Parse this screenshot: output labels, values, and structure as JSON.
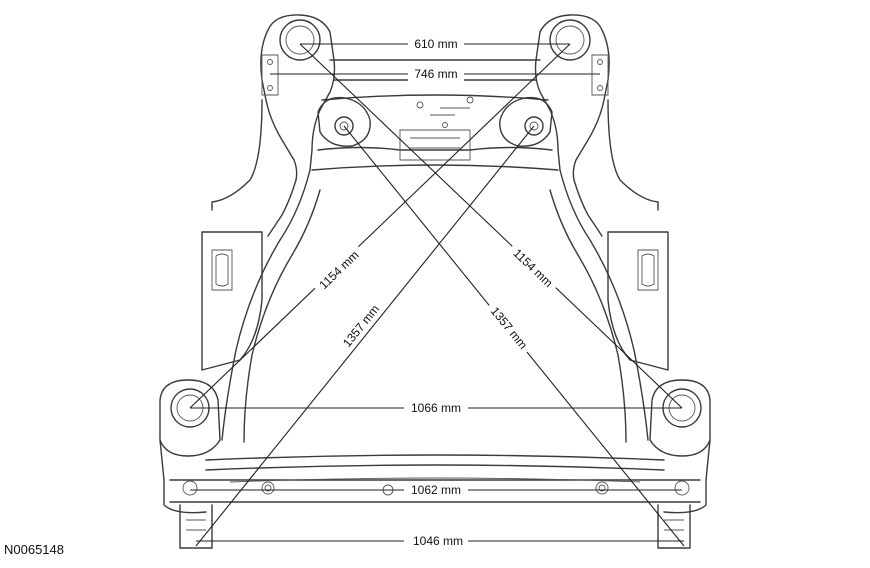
{
  "figure_id": "N0065148",
  "dimensions": {
    "d610": "610 mm",
    "d746": "746 mm",
    "d1154_left": "1154 mm",
    "d1154_right": "1154 mm",
    "d1357_left": "1357 mm",
    "d1357_right": "1357 mm",
    "d1066": "1066 mm",
    "d1062": "1062 mm",
    "d1046": "1046 mm"
  }
}
